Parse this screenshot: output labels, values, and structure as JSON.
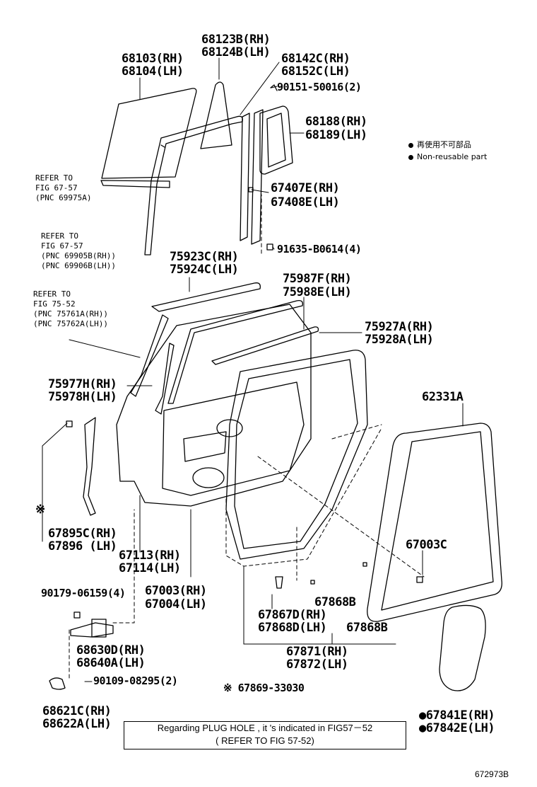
{
  "legend": {
    "items": [
      {
        "text": "再使用不可部品"
      },
      {
        "text": "Non-reusable part"
      }
    ]
  },
  "parts": {
    "p68103": "68103(RH)",
    "p68104": "68104(LH)",
    "p68123B": "68123B(RH)",
    "p68124B": "68124B(LH)",
    "p68142C": "68142C(RH)",
    "p68152C": "68152C(LH)",
    "p90151": "90151-50016(2)",
    "p68188": "68188(RH)",
    "p68189": "68189(LH)",
    "ref6757a_1": "REFER TO",
    "ref6757a_2": "FIG 67-57",
    "ref6757a_3": "(PNC 69975A)",
    "p67407E": "67407E(RH)",
    "p67408E": "67408E(LH)",
    "ref6757b_1": "REFER TO",
    "ref6757b_2": "FIG 67-57",
    "ref6757b_3": "(PNC 69905B(RH))",
    "ref6757b_4": "(PNC 69906B(LH))",
    "p91635": "91635-B0614(4)",
    "p75923C": "75923C(RH)",
    "p75924C": "75924C(LH)",
    "p75987F": "75987F(RH)",
    "p75988E": "75988E(LH)",
    "ref7552_1": "REFER TO",
    "ref7552_2": "FIG 75-52",
    "ref7552_3": "(PNC 75761A(RH))",
    "ref7552_4": "(PNC 75762A(LH))",
    "p75927A": "75927A(RH)",
    "p75928A": "75928A(LH)",
    "p75977H": "75977H(RH)",
    "p75978H": "75978H(LH)",
    "p62331A": "62331A",
    "p67895C": "67895C(RH)",
    "p67896": "67896 (LH)",
    "p67113": "67113(RH)",
    "p67114": "67114(LH)",
    "p67003C": "67003C",
    "p90179": "90179-06159(4)",
    "p67003": "67003(RH)",
    "p67004": "67004(LH)",
    "p67868B_1": "67868B",
    "p67867D": "67867D(RH)",
    "p67868D": "67868D(LH)",
    "p67868B_2": "67868B",
    "p68630D": "68630D(RH)",
    "p68640A": "68640A(LH)",
    "p67871": "67871(RH)",
    "p67872": "67872(LH)",
    "p90109": "90109-08295(2)",
    "p67869": "※ 67869-33030",
    "p68621C": "68621C(RH)",
    "p68622A": "68622A(LH)",
    "p67841E": "●67841E(RH)",
    "p67842E": "●67842E(LH)",
    "asterisk": "※"
  },
  "note": {
    "line1": "Regarding PLUG HOLE , it 's indicated in FIG57－52",
    "line2": "( REFER TO FIG 57-52)"
  },
  "doc_id": "672973B"
}
